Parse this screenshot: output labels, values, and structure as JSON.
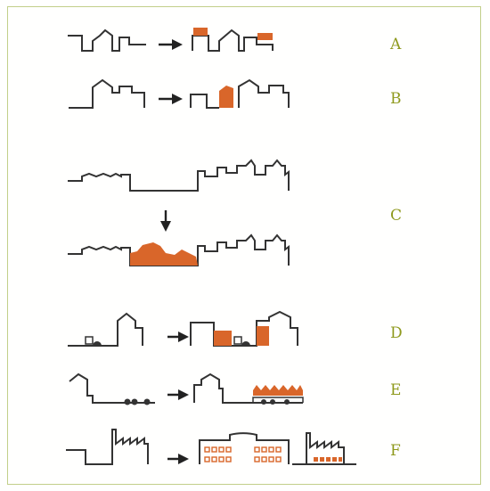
{
  "rows": [
    {
      "id": "A",
      "label": "A"
    },
    {
      "id": "B",
      "label": "B"
    },
    {
      "id": "C",
      "label": "C"
    },
    {
      "id": "D",
      "label": "D"
    },
    {
      "id": "E",
      "label": "E"
    },
    {
      "id": "F",
      "label": "F"
    }
  ],
  "colors": {
    "frame_border": "#c2cf8a",
    "outline": "#333333",
    "fill": "#d9662a",
    "label": "#8f9a1e"
  },
  "icons": [
    "right-arrow-icon",
    "down-arrow-icon",
    "car-icon",
    "factory-icon"
  ]
}
